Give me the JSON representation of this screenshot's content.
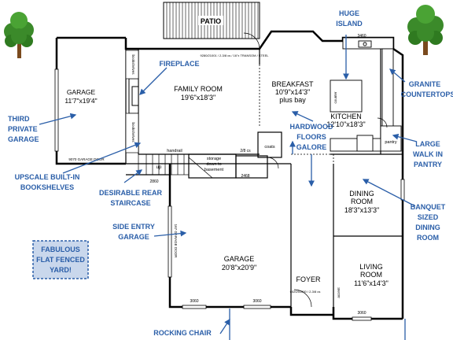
{
  "rooms": {
    "patio": "PATIO",
    "garage1": {
      "name": "GARAGE",
      "dims": "11'7\"x19'4\""
    },
    "family": {
      "name": "FAMILY ROOM",
      "dims": "19'6\"x18'3\""
    },
    "breakfast": {
      "name": "BREAKFAST",
      "dims": "10'9\"x14'3\"",
      "extra": "plus bay"
    },
    "kitchen": {
      "name": "KITCHEN",
      "dims": "12'10\"x18'3\""
    },
    "dining": {
      "name": "DINING",
      "name2": "ROOM",
      "dims": "18'3\"x13'3\""
    },
    "living": {
      "name": "LIVING",
      "name2": "ROOM",
      "dims": "11'6\"x14'3\""
    },
    "garage2": {
      "name": "GARAGE",
      "dims": "20'8\"x20'9\""
    },
    "foyer": "FOYER"
  },
  "small_labels": {
    "handrail": "handrail",
    "up": "up",
    "storage": "storage",
    "down_to": "down to",
    "basement": "basement",
    "coats": "coats",
    "pantry": "pantry",
    "bookshelves_a": "bookshelves",
    "bookshelves_b": "bookshelves",
    "garage_door_9070": "9070 GARAGE DOOR",
    "garage_door_167": "167 GARAGE DOOR",
    "d3460": "3460",
    "d2860": "2860",
    "d3060a": "3060",
    "d3060b": "3060",
    "d3060c": "3060",
    "d2860b": "2/8 cs",
    "d2468": "2468",
    "transom": "9280/21001 / 2-3/8 cs / 16\"x TRANSOM / STEEL",
    "foyer_door": "6020/51000 / 2-3/8 cs",
    "accent": "accent",
    "counter": "counter"
  },
  "callouts": {
    "huge_island_1": "HUGE",
    "huge_island_2": "ISLAND",
    "fireplace": "FIREPLACE",
    "granite_1": "GRANITE",
    "granite_2": "COUNTERTOPS",
    "third_garage_1": "THIRD",
    "third_garage_2": "PRIVATE",
    "third_garage_3": "GARAGE",
    "hardwood_1": "HARDWOOD",
    "hardwood_2": "FLOORS",
    "hardwood_3": "GALORE",
    "walkin_1": "LARGE",
    "walkin_2": "WALK IN",
    "walkin_3": "PANTRY",
    "bookshelves_1": "UPSCALE BUILT-IN",
    "bookshelves_2": "BOOKSHELVES",
    "staircase_1": "DESIRABLE REAR",
    "staircase_2": "STAIRCASE",
    "banquet_1": "BANQUET",
    "banquet_2": "SIZED",
    "banquet_3": "DINING",
    "banquet_4": "ROOM",
    "side_entry_1": "SIDE ENTRY",
    "side_entry_2": "GARAGE",
    "fenced_1": "FABULOUS",
    "fenced_2": "FLAT FENCED",
    "fenced_3": "YARD!",
    "rocking_chair": "ROCKING CHAIR"
  },
  "colors": {
    "callout": "#2a5ea8",
    "fenced_box_fill": "#c9d7ec",
    "fenced_box_border": "#2a5ea8",
    "tree_green": "#3b8a2a",
    "tree_trunk": "#7a4a1e"
  }
}
